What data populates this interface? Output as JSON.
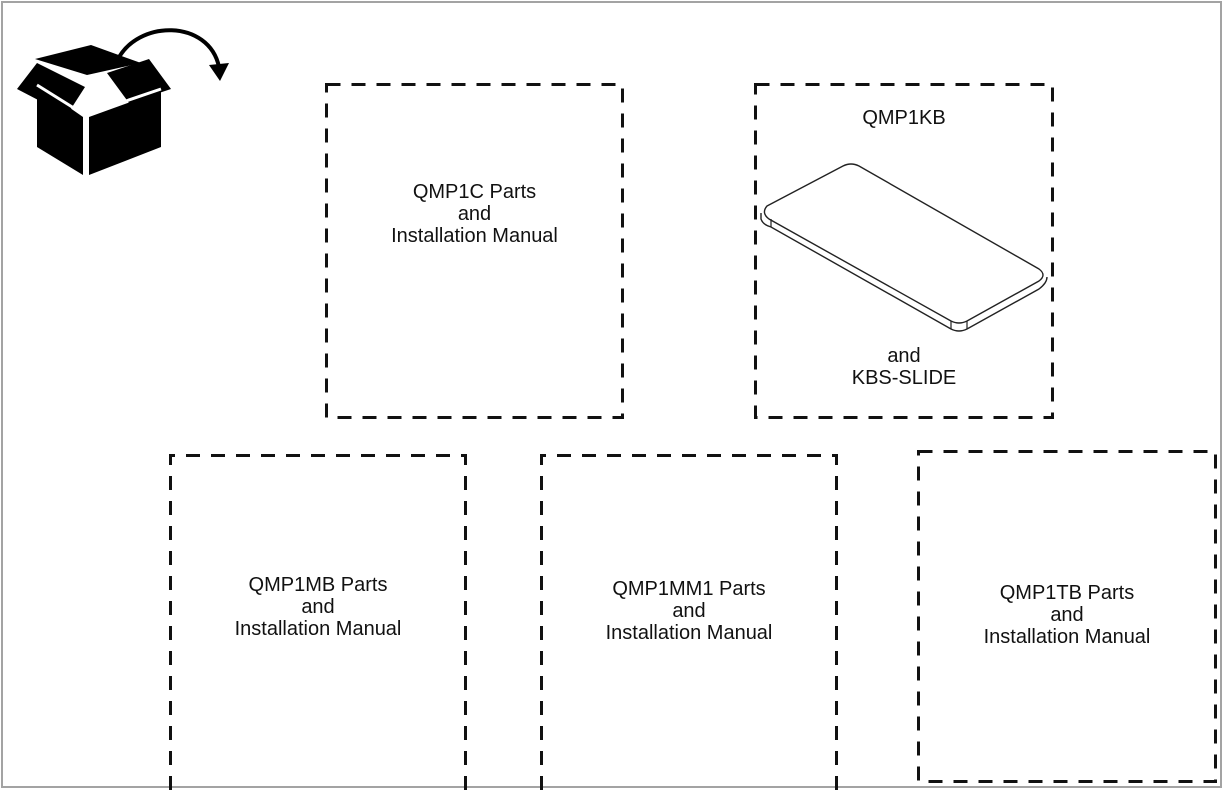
{
  "boxes": {
    "qmp1c": {
      "line1": "QMP1C Parts",
      "line2": "and",
      "line3": "Installation Manual"
    },
    "qmp1kb": {
      "title": "QMP1KB",
      "line2": "and",
      "line3": "KBS-SLIDE"
    },
    "qmp1mb": {
      "line1": "QMP1MB Parts",
      "line2": "and",
      "line3": "Installation Manual"
    },
    "qmp1mm1": {
      "line1": "QMP1MM1 Parts",
      "line2": "and",
      "line3": "Installation Manual"
    },
    "qmp1tb": {
      "line1": "QMP1TB Parts",
      "line2": "and",
      "line3": "Installation Manual"
    }
  },
  "icons": {
    "unbox": "open-box-icon",
    "arrow": "curved-arrow-icon",
    "board": "keyboard-tray-icon"
  },
  "colors": {
    "line": "#111111",
    "frame": "#a3a3a3"
  }
}
